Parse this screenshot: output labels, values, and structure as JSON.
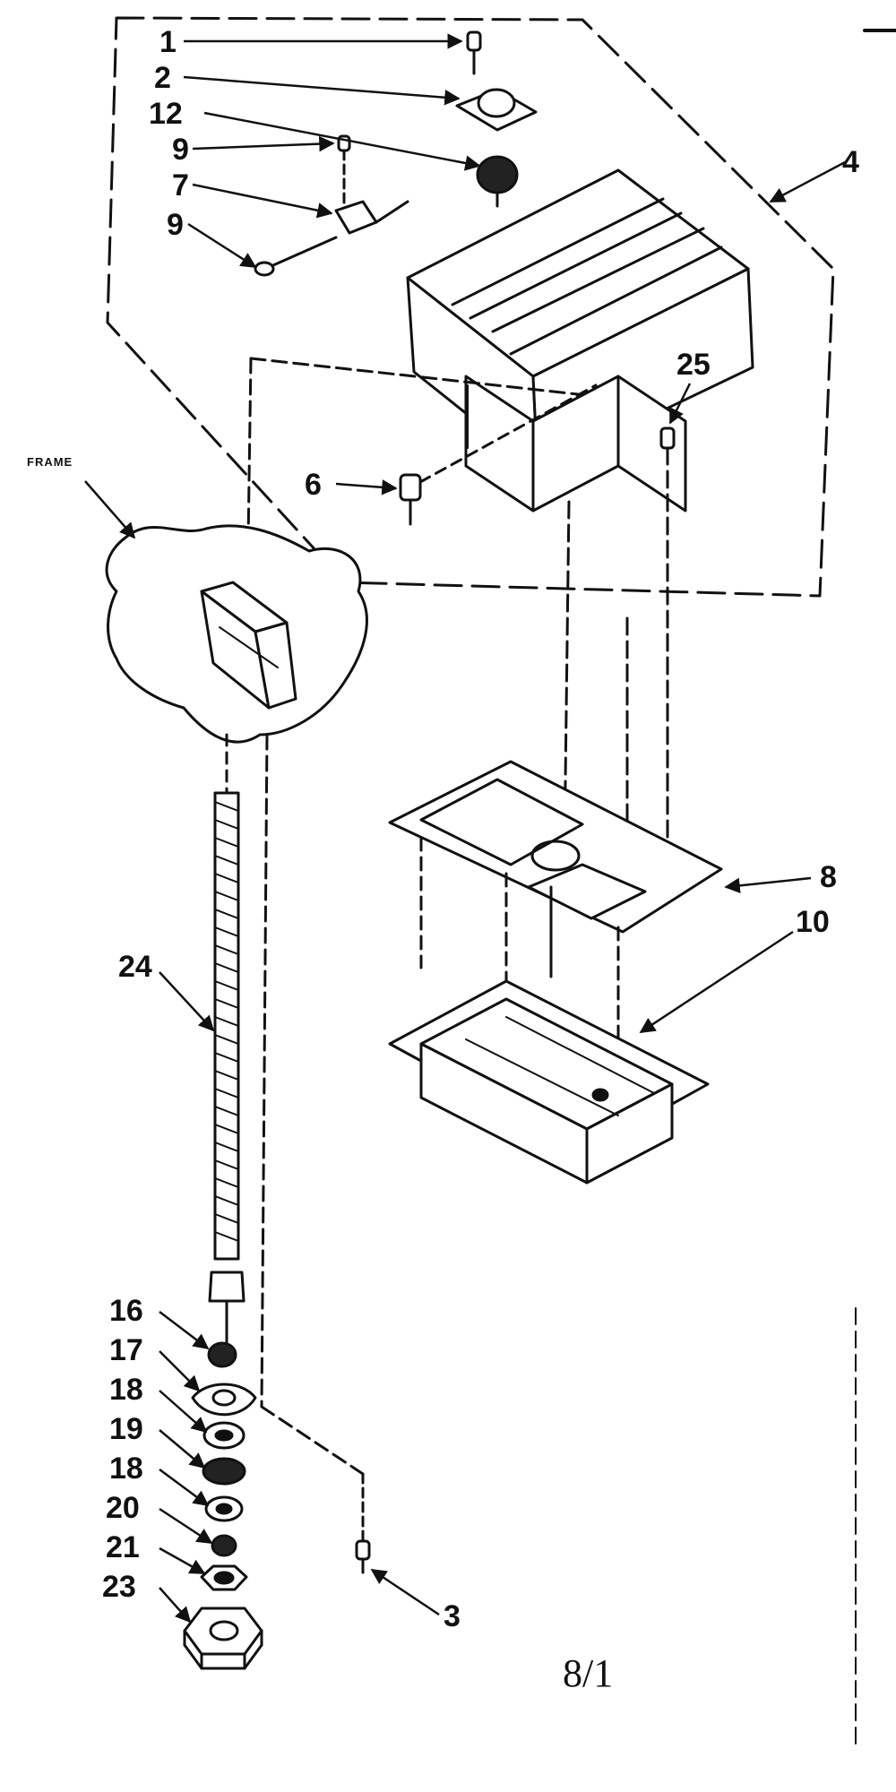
{
  "diagram": {
    "labels": {
      "p1": "1",
      "p2": "2",
      "p12": "12",
      "p9a": "9",
      "p7": "7",
      "p9b": "9",
      "p4": "4",
      "p25": "25",
      "p6": "6",
      "frame": "FRAME",
      "p8": "8",
      "p10": "10",
      "p24": "24",
      "p16": "16",
      "p17": "17",
      "p18a": "18",
      "p19": "19",
      "p18b": "18",
      "p20": "20",
      "p21": "21",
      "p23": "23",
      "p3": "3",
      "page_mark": "8/1"
    },
    "ink_color": "#111111"
  }
}
